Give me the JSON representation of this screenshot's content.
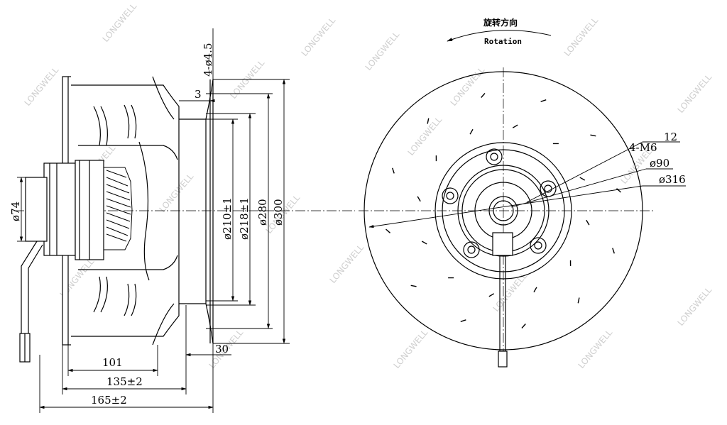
{
  "watermark": "LONGWELL",
  "side_view": {
    "dims": {
      "screws": "4-ø4.5",
      "flange_thickness": "3",
      "inlet_d1": "ø210±1",
      "inlet_d2": "ø218±1",
      "d280": "ø280",
      "d300": "ø300",
      "hub": "ø74",
      "w101": "101",
      "w135": "135±2",
      "w165": "165±2",
      "w30": "30"
    }
  },
  "front_view": {
    "rotation_cn": "旋转方向",
    "rotation_en": "Rotation",
    "dims": {
      "thread": "4-M6",
      "thread_depth": "12",
      "d90": "ø90",
      "d316": "ø316"
    }
  }
}
